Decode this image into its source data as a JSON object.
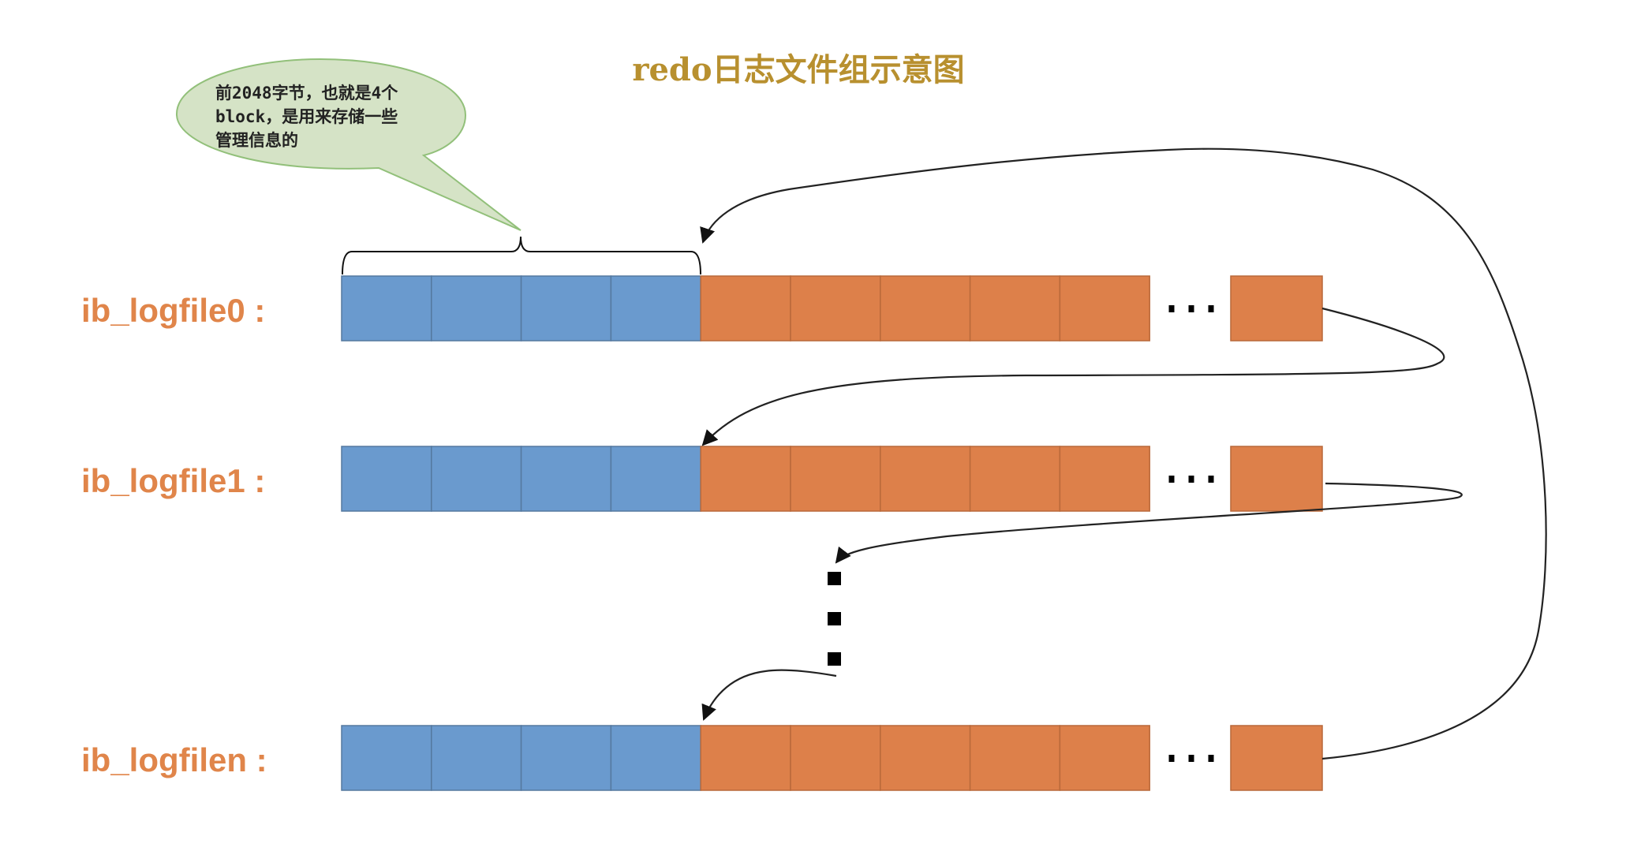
{
  "title": "redo日志文件组示意图",
  "callout": {
    "lines": [
      "前2048字节，也就是4个",
      "block，是用来存储一些",
      "管理信息的"
    ]
  },
  "files": [
    {
      "label": "ib_logfile0 :",
      "header_blocks": 4,
      "data_blocks": 5
    },
    {
      "label": "ib_logfile1 :",
      "header_blocks": 4,
      "data_blocks": 5
    },
    {
      "label": "ib_logfilen :",
      "header_blocks": 4,
      "data_blocks": 5
    }
  ],
  "ellipsis_horizontal": "···",
  "colors": {
    "title": "#B8902F",
    "label": "#E0854A",
    "header_block": "#6A9ACE",
    "header_block_border": "#55799F",
    "data_block": "#DD804A",
    "data_block_border": "#B9693A",
    "callout_fill": "#D5E3C6",
    "callout_border": "#92C07A",
    "arrow": "#222222"
  }
}
